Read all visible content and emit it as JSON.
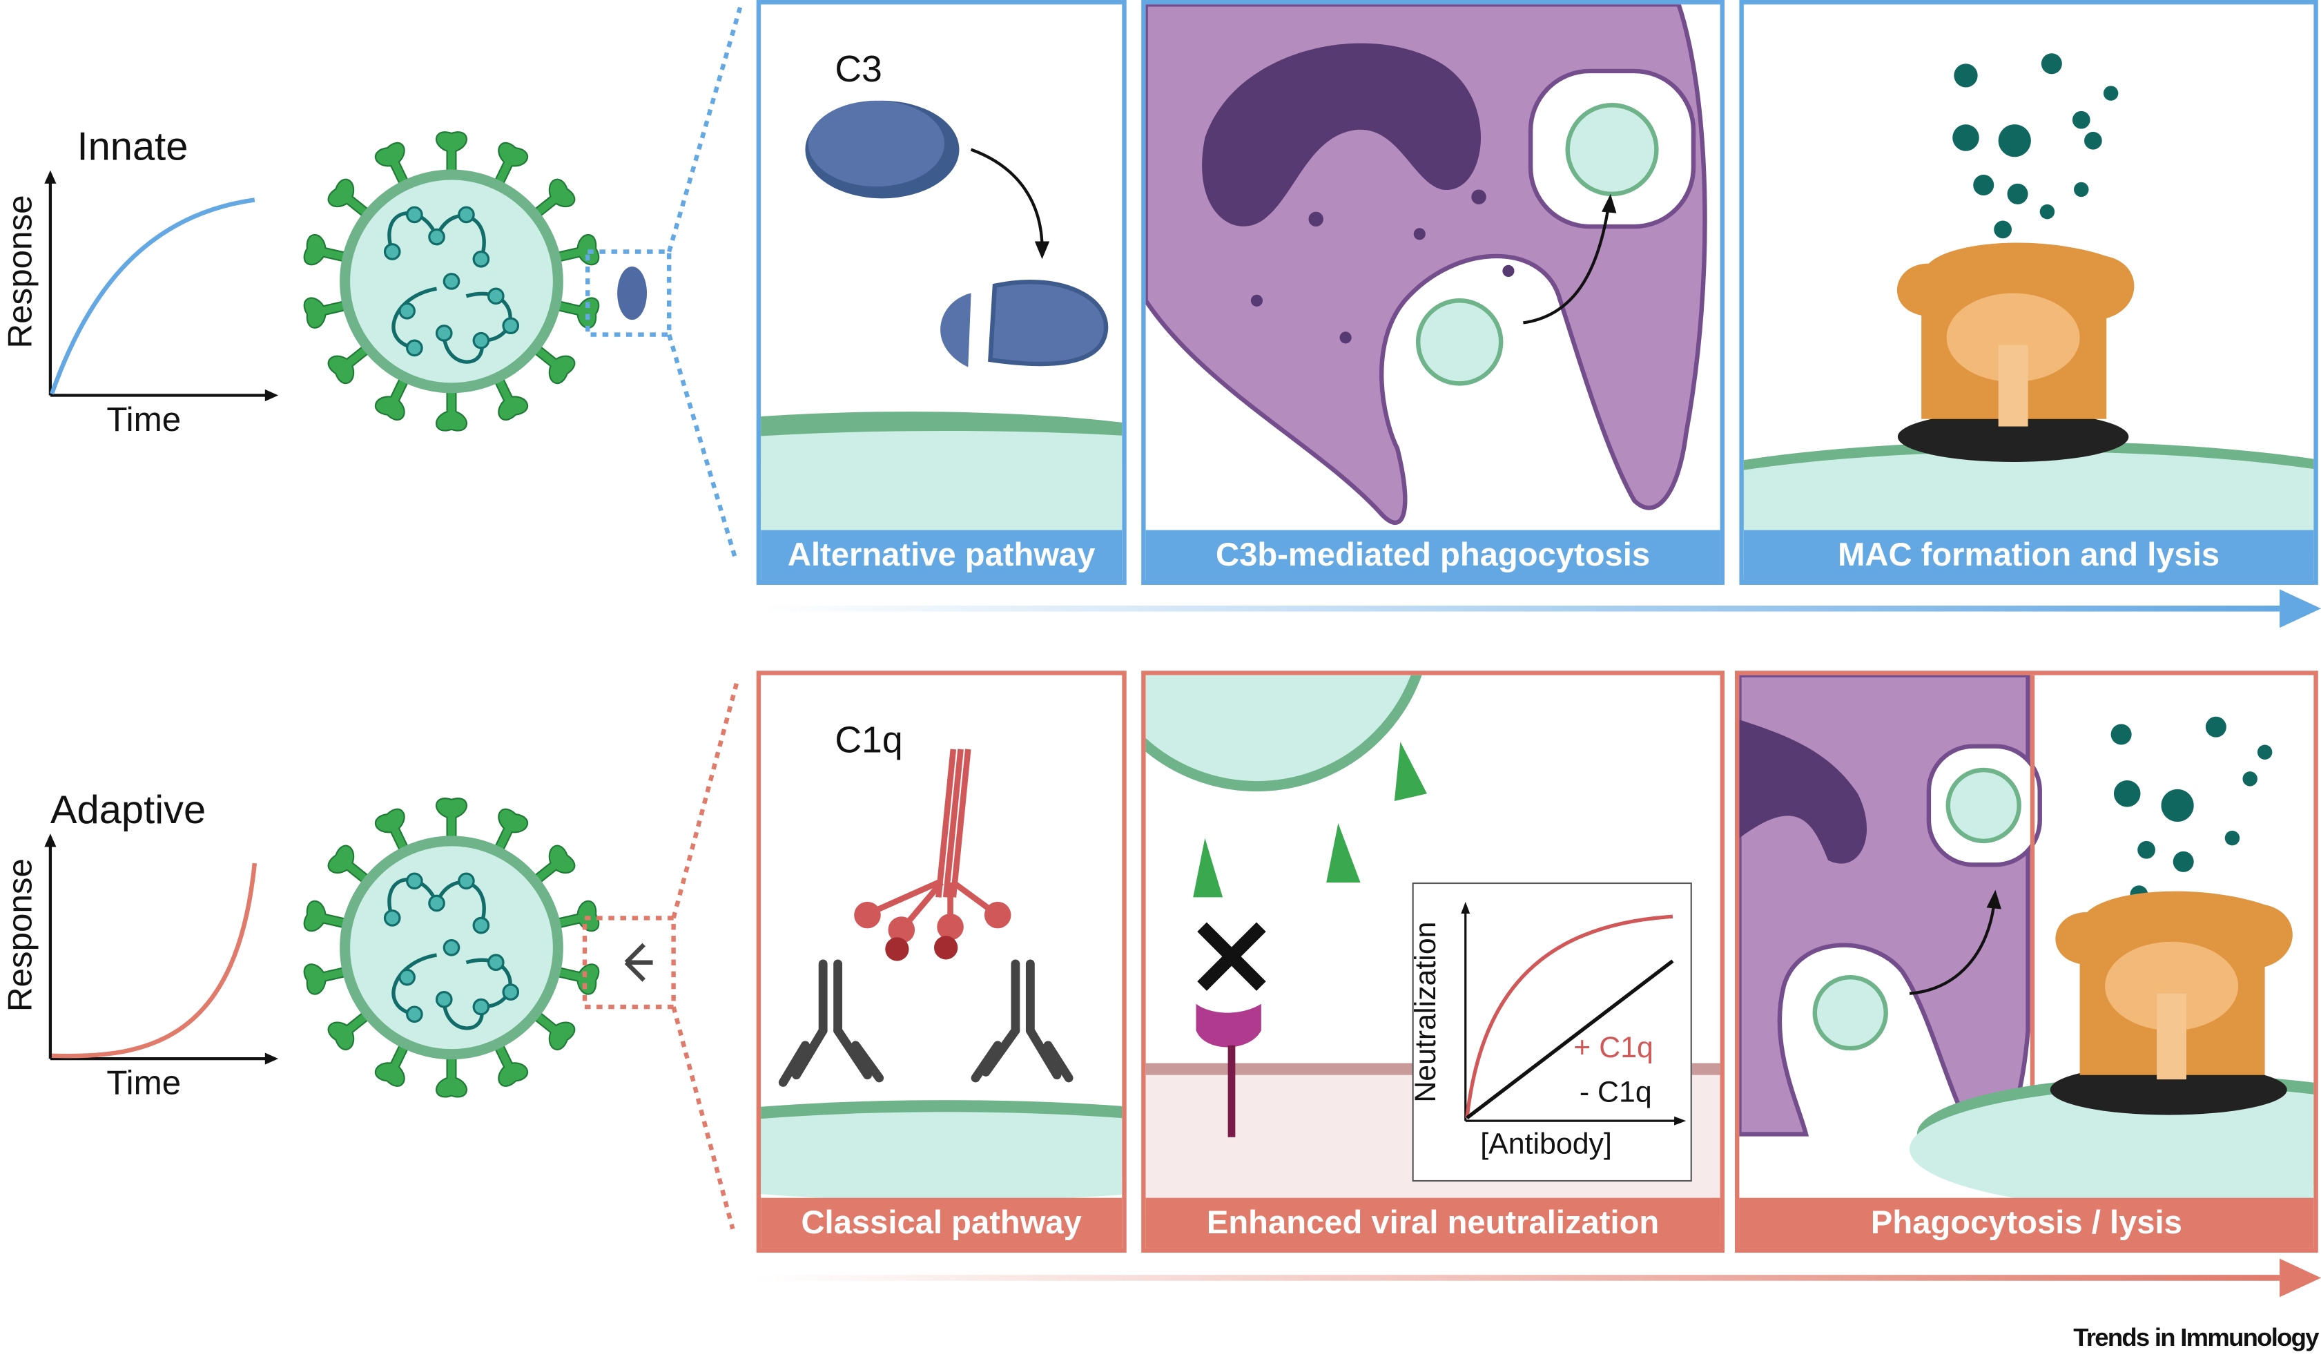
{
  "rows": {
    "innate": {
      "title": "Innate",
      "graph": {
        "xlabel": "Time",
        "ylabel": "Response",
        "curve": "saturating",
        "color": "#64a8e3"
      },
      "zoom_target": "C3 protein on viral surface",
      "panels": [
        {
          "caption": "Alternative pathway",
          "label": "C3"
        },
        {
          "caption": "C3b-mediated phagocytosis"
        },
        {
          "caption": "MAC formation and lysis"
        }
      ],
      "accent": "#64a8e3"
    },
    "adaptive": {
      "title": "Adaptive",
      "graph": {
        "xlabel": "Time",
        "ylabel": "Response",
        "curve": "exponential",
        "color": "#e07a6a"
      },
      "zoom_target": "Antibody bound to viral spike",
      "panels": [
        {
          "caption": "Classical pathway",
          "label": "C1q"
        },
        {
          "caption": "Enhanced viral neutralization",
          "inset": {
            "xlabel": "[Antibody]",
            "ylabel": "Neutralization",
            "legend_plus": "+ C1q",
            "legend_minus": "- C1q"
          }
        },
        {
          "caption": "Phagocytosis / lysis"
        }
      ],
      "accent": "#e07a6a"
    }
  },
  "footer": "Trends in Immunology"
}
